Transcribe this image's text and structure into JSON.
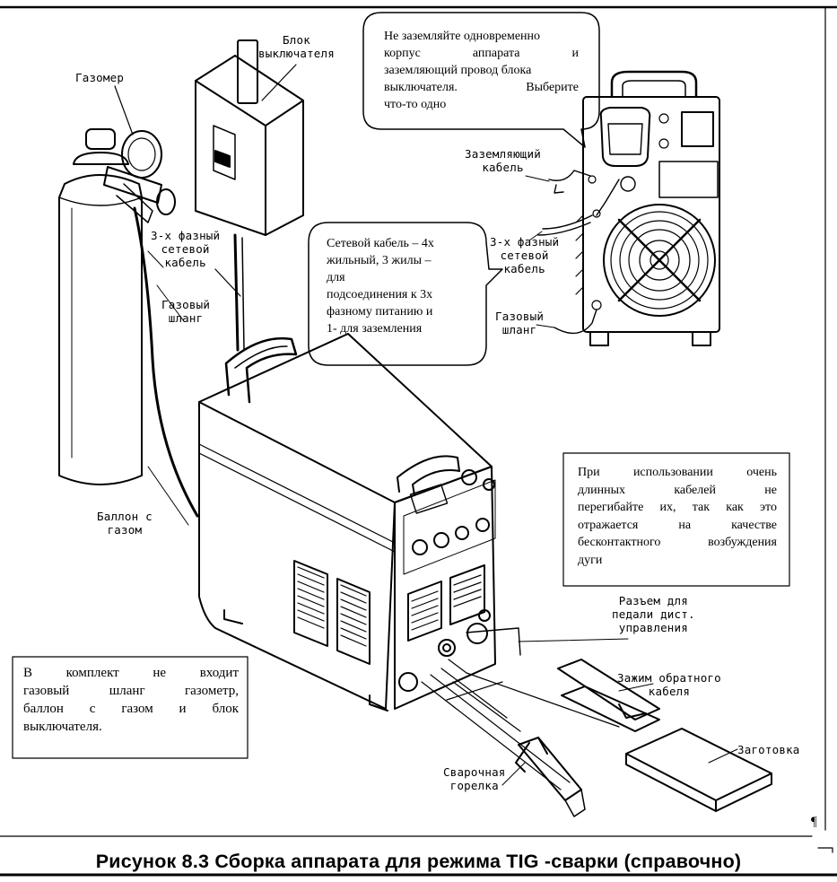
{
  "labels": {
    "gas_meter": "Газомер",
    "switch_box": [
      "Блок",
      "выключателя"
    ],
    "three_phase_cable_left": [
      "3-х фазный",
      "сетевой",
      "кабель"
    ],
    "gas_hose_left": [
      "Газовый",
      "шланг"
    ],
    "gas_cylinder": [
      "Баллон с",
      "газом"
    ],
    "ground_cable": [
      "Заземляющий",
      "кабель"
    ],
    "three_phase_cable_right": [
      "3-х фазный",
      "сетевой",
      "кабель"
    ],
    "gas_hose_right": [
      "Газовый",
      "шланг"
    ],
    "pedal_connector": [
      "Разъем для",
      "педали дист.",
      "управления"
    ],
    "return_clamp": [
      "Зажим обратного",
      "кабеля"
    ],
    "workpiece": "Заготовка",
    "torch": [
      "Сварочная",
      "горелка"
    ]
  },
  "notes": {
    "grounding": [
      "Не заземляйте одновременно",
      "корпус аппарата и",
      "заземляющий провод блока",
      "выключателя. Выберите",
      "что-то одно"
    ],
    "cable": [
      "Сетевой кабель – 4х",
      "жильный, 3 жилы –",
      "для",
      "подсоединения к 3х",
      "фазному питанию и",
      "1- для заземления"
    ],
    "long_cables": [
      "При использовании очень",
      "длинных кабелей не",
      "перегибайте их, так как это",
      "отражается на качестве",
      "бесконтактного возбуждения",
      "дуги"
    ],
    "kit": [
      "В комплект не входит",
      "газовый шланг газометр,",
      "баллон с газом и блок",
      "выключателя."
    ]
  },
  "pilcrow": "¶",
  "caption": "Рисунок 8.3 Сборка аппарата для режима TIG -сварки (справочно)"
}
